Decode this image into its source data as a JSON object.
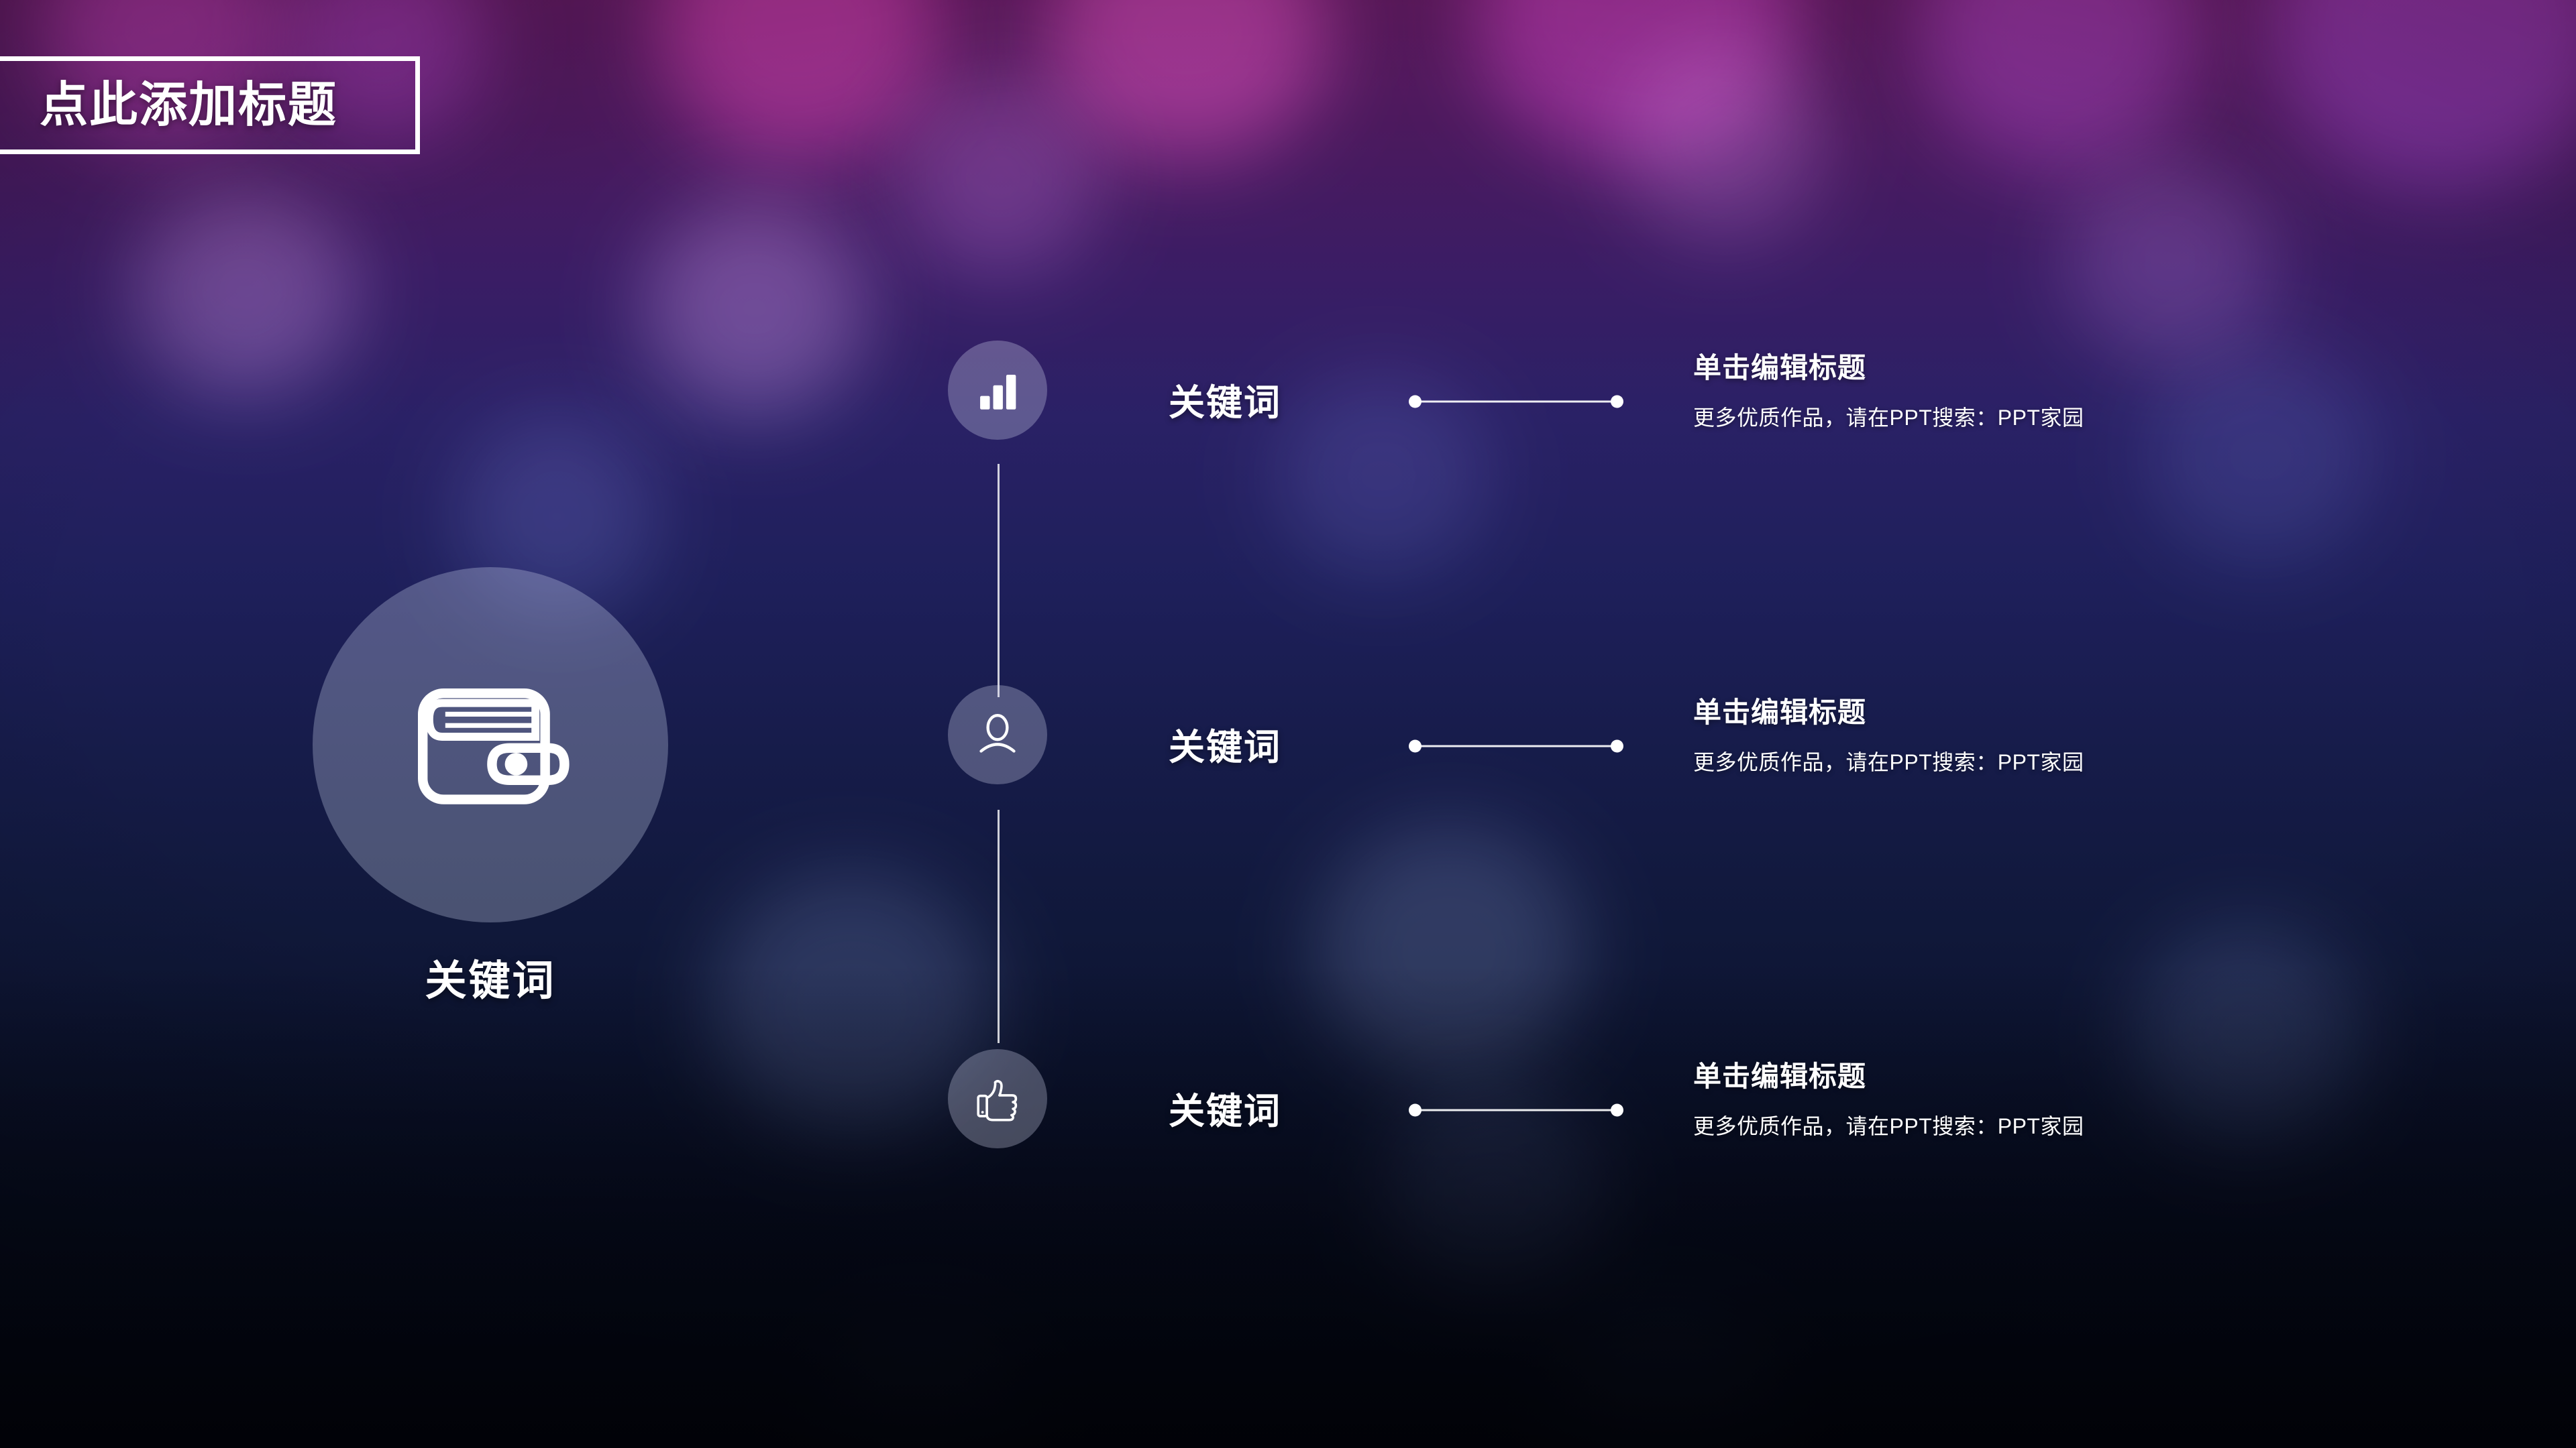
{
  "slide": {
    "title": "点此添加标题",
    "hero": {
      "label": "关键词",
      "icon": "wallet-icon"
    },
    "rows": [
      {
        "icon": "bar-chart-icon",
        "keyword": "关键词",
        "title": "单击编辑标题",
        "body": "更多优质作品，请在PPT搜索：PPT家园"
      },
      {
        "icon": "user-icon",
        "keyword": "关键词",
        "title": "单击编辑标题",
        "body": "更多优质作品，请在PPT搜索：PPT家园"
      },
      {
        "icon": "thumbs-up-icon",
        "keyword": "关键词",
        "title": "单击编辑标题",
        "body": "更多优质作品，请在PPT搜索：PPT家园"
      }
    ],
    "colors": {
      "text": "#ffffff",
      "circle_fill": "rgba(214,220,242,0.30)",
      "bg_top": "#5c185c",
      "bg_bottom": "#04070f",
      "connector": "#ffffff"
    }
  }
}
